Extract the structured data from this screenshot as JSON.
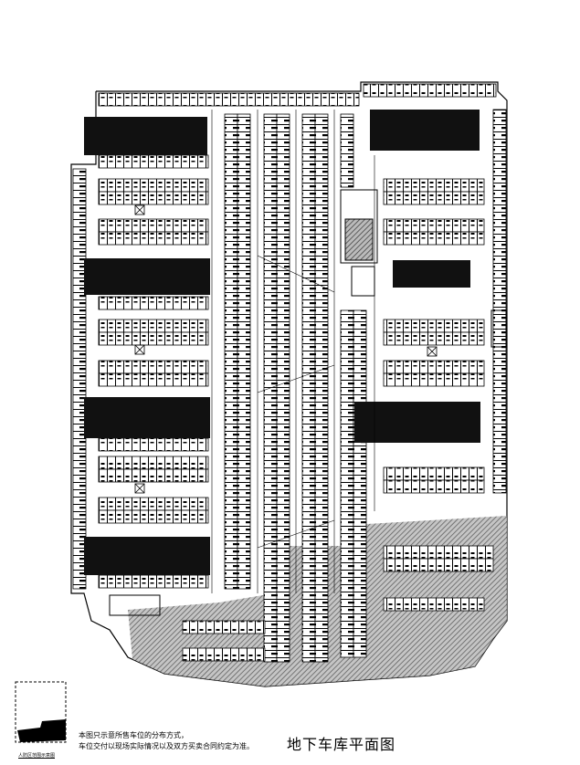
{
  "title": "地下车库平面图",
  "notes": [
    "本图只示意所售车位的分布方式，",
    "车位交付以现场实际情况以及双方买卖合同约定为准。"
  ],
  "legend": {
    "label": "人防区范围示意图"
  },
  "colors": {
    "line": "#000000",
    "background": "#ffffff",
    "hatch": "#555555"
  }
}
